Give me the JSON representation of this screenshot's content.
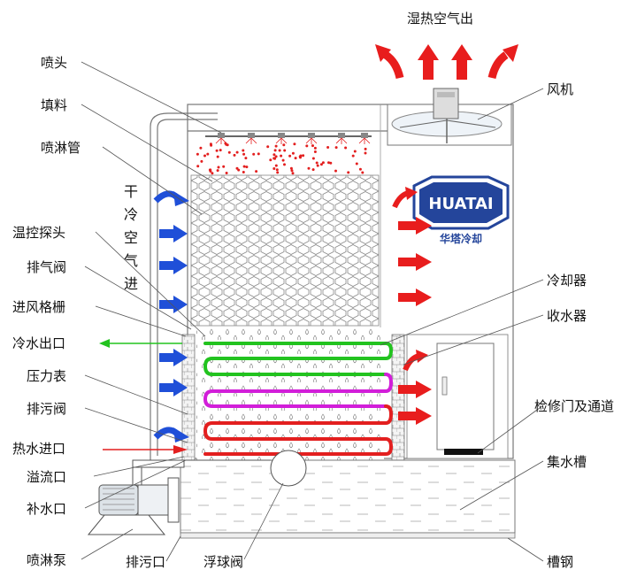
{
  "labels": {
    "top_outlet": "湿热空气出",
    "nozzle": "喷头",
    "fill": "填料",
    "spray_pipe": "喷淋管",
    "temp_probe": "温控探头",
    "vent_valve": "排气阀",
    "inlet_grille": "进风格栅",
    "cold_water_outlet": "冷水出口",
    "pressure_gauge": "压力表",
    "drain_valve": "排污阀",
    "hot_water_inlet": "热水进口",
    "overflow": "溢流口",
    "makeup_water": "补水口",
    "spray_pump": "喷淋泵",
    "drain_outlet": "排污口",
    "float_valve": "浮球阀",
    "fan": "风机",
    "cooler": "冷却器",
    "collector": "收水器",
    "access_door": "检修门及通道",
    "basin": "集水槽",
    "channel_steel": "槽钢",
    "dry_air_in": [
      "干",
      "冷",
      "空",
      "气",
      "进"
    ]
  },
  "brand": {
    "logo_text": "HUATAI",
    "cn_name": "华塔冷却"
  },
  "colors": {
    "air_in": "#1f4fd8",
    "air_out": "#e81d1d",
    "coil_green": "#22c31f",
    "coil_magenta": "#d21ed9",
    "coil_red": "#e31f1f",
    "logo_blue": "#24459b"
  }
}
